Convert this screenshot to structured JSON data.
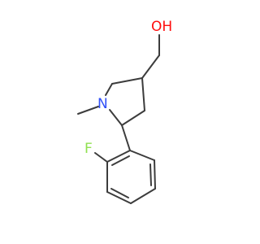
{
  "molecule": {
    "atoms": {
      "oh": {
        "text": "OH",
        "color": "#ff0d0d"
      },
      "n": {
        "text": "N",
        "color": "#3050f8"
      },
      "f": {
        "text": "F",
        "color": "#90e050"
      }
    },
    "bond_color": "#3c3c3c"
  }
}
